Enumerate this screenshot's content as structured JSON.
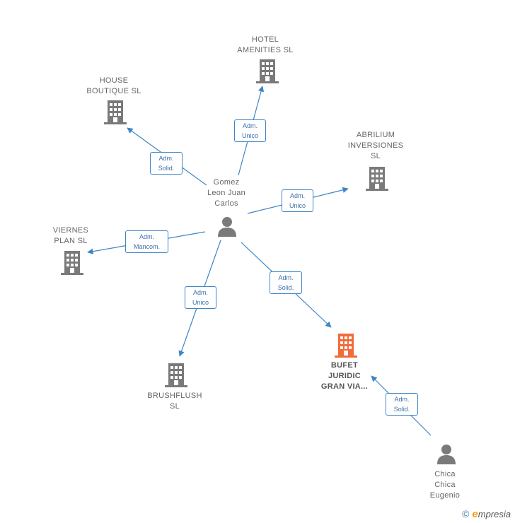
{
  "colors": {
    "edge": "#3d85c6",
    "building": "#7a7a7a",
    "building_highlight": "#f26b38",
    "person": "#7a7a7a"
  },
  "nodes": {
    "gomez": {
      "label": "Gomez\nLeon Juan\nCarlos",
      "icon": "person-icon"
    },
    "hotel": {
      "label": "HOTEL\nAMENITIES SL",
      "icon": "building-icon"
    },
    "house": {
      "label": "HOUSE\nBOUTIQUE  SL",
      "icon": "building-icon"
    },
    "abrilium": {
      "label": "ABRILIUM\nINVERSIONES\nSL",
      "icon": "building-icon"
    },
    "viernes": {
      "label": "VIERNES\nPLAN SL",
      "icon": "building-icon"
    },
    "brushflush": {
      "label": "BRUSHFLUSH\nSL",
      "icon": "building-icon"
    },
    "bufet": {
      "label": "BUFET\nJURIDIC\nGRAN VIA...",
      "icon": "building-icon"
    },
    "chica": {
      "label": "Chica\nChica\nEugenio",
      "icon": "person-icon"
    }
  },
  "edges": {
    "gomez_hotel": "Adm.\nUnico",
    "gomez_house": "Adm.\nSolid.",
    "gomez_abrilium": "Adm.\nUnico",
    "gomez_viernes": "Adm.\nMancom.",
    "gomez_brushflush": "Adm.\nUnico",
    "gomez_bufet": "Adm.\nSolid.",
    "chica_bufet": "Adm.\nSolid."
  },
  "footer": {
    "copyright": "©",
    "brand_initial": "e",
    "brand_rest": "mpresia"
  }
}
